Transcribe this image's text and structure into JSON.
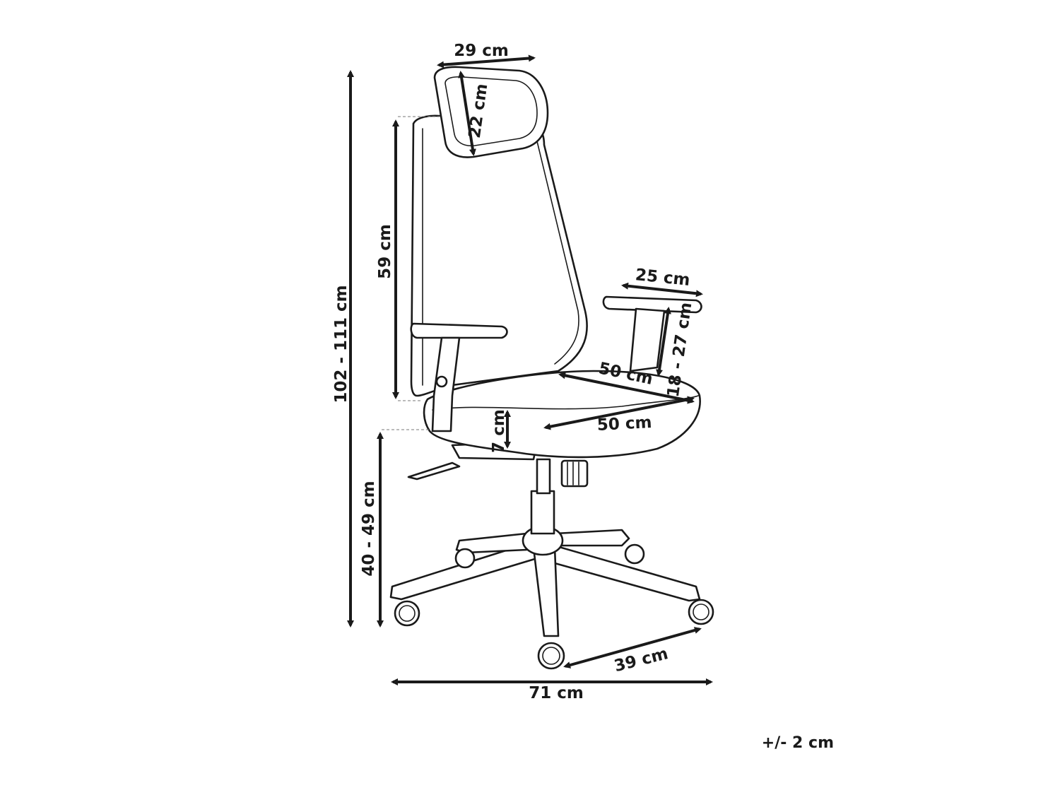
{
  "dimensions": {
    "headrest_width": "29 cm",
    "headrest_height": "22 cm",
    "backrest_height": "59 cm",
    "total_height": "102 - 111 cm",
    "armrest_length": "25 cm",
    "armrest_height": "18 - 27 cm",
    "seat_depth": "50 cm",
    "seat_width": "50 cm",
    "seat_thickness": "7 cm",
    "seat_height": "40 - 49 cm",
    "base_leg": "39 cm",
    "total_width": "71 cm"
  },
  "tolerance": "+/- 2 cm"
}
